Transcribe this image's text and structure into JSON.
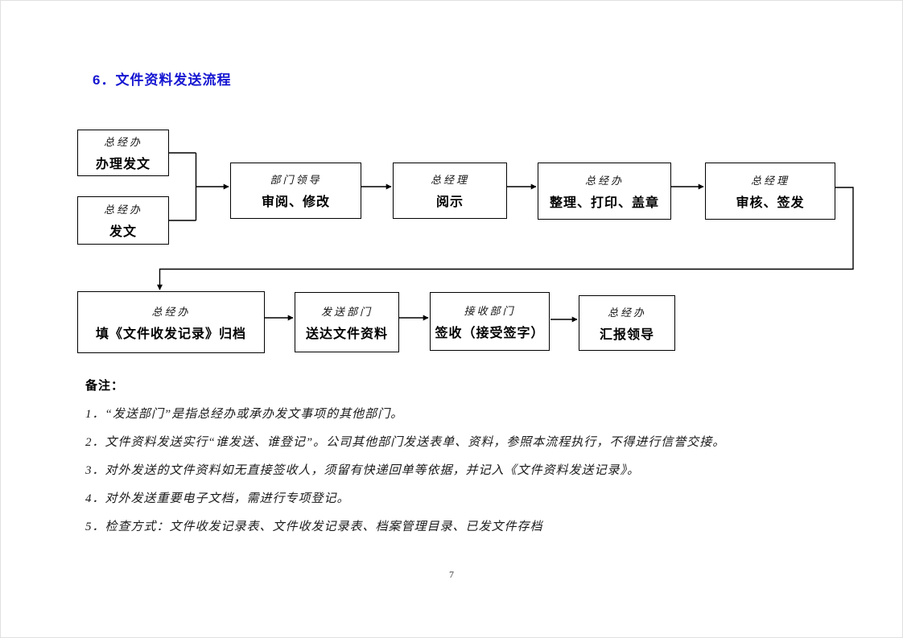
{
  "page": {
    "title": "6．文件资料发送流程",
    "title_color": "#1717D2",
    "page_number": "7"
  },
  "flowchart": {
    "boxes": [
      {
        "role": "总经办",
        "action": "办理发文"
      },
      {
        "role": "总经办",
        "action": "发文"
      },
      {
        "role": "部门领导",
        "action": "审阅、修改"
      },
      {
        "role": "总经理",
        "action": "阅示"
      },
      {
        "role": "总经办",
        "action": "整理、打印、盖章"
      },
      {
        "role": "总经理",
        "action": "审核、签发"
      },
      {
        "role": "总经办",
        "action": "填《文件收发记录》归档"
      },
      {
        "role": "发送部门",
        "action": "送达文件资料"
      },
      {
        "role": "接收部门",
        "action": "签收（接受签字）"
      },
      {
        "role": "总经办",
        "action": "汇报领导"
      }
    ]
  },
  "notes": {
    "heading": "备注：",
    "items": [
      "1．“发送部门”是指总经办或承办发文事项的其他部门。",
      "2．文件资料发送实行“谁发送、谁登记”。公司其他部门发送表单、资料，参照本流程执行，不得进行信誉交接。",
      "3．对外发送的文件资料如无直接签收人，须留有快递回单等依据，并记入《文件资料发送记录》。",
      "4．对外发送重要电子文档，需进行专项登记。",
      "5．检查方式：文件收发记录表、文件收发记录表、档案管理目录、已发文件存档"
    ]
  }
}
